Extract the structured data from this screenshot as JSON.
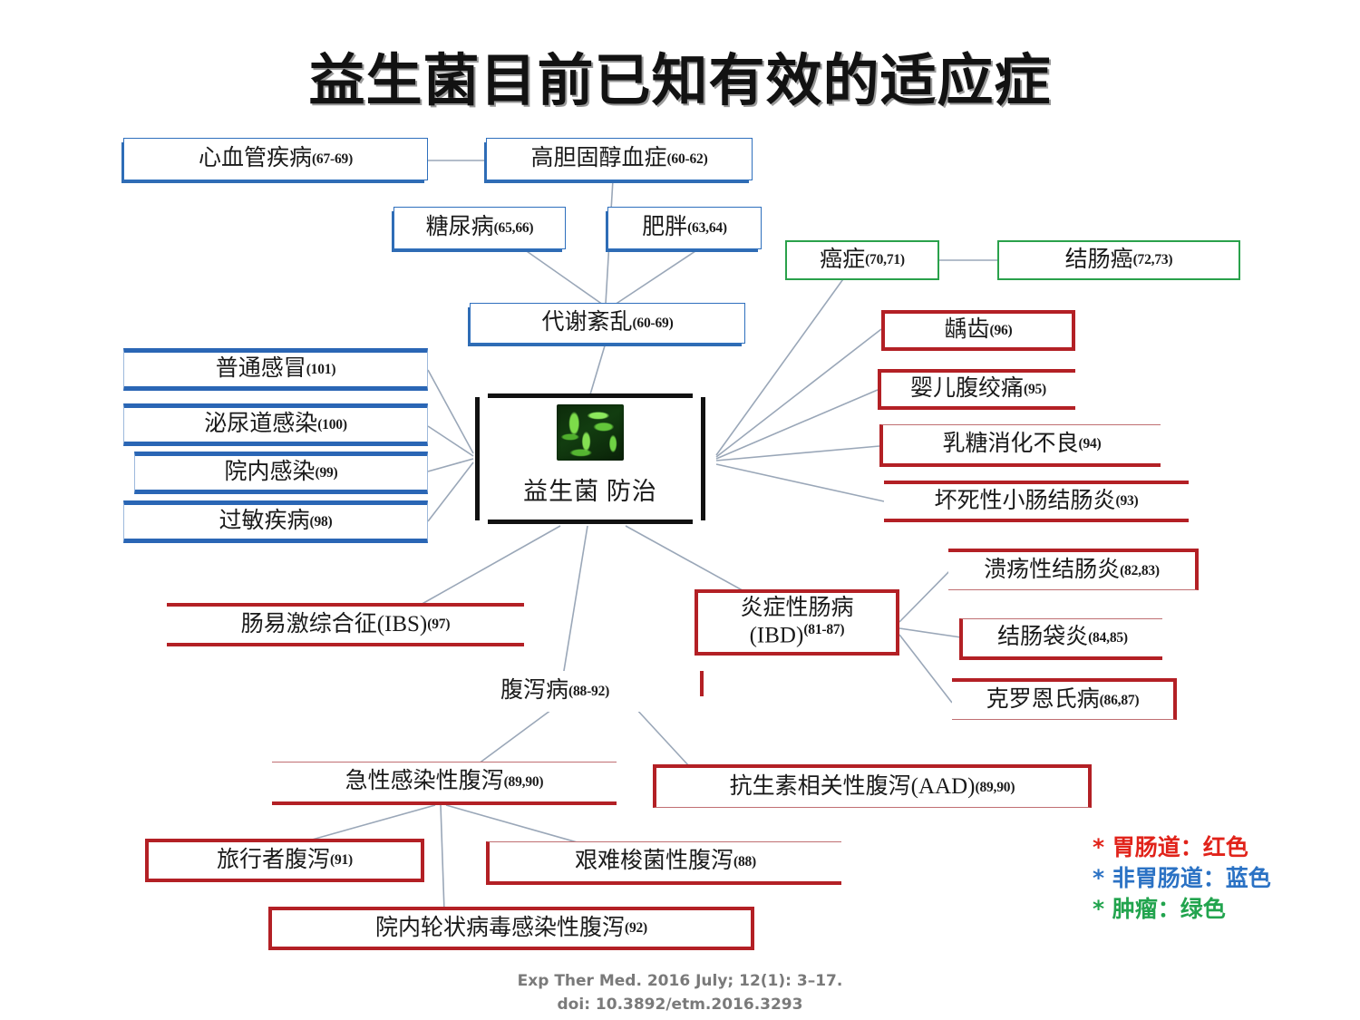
{
  "title": "益生菌目前已知有效的适应症",
  "center": {
    "label": "益生菌 防治",
    "icon": "bacteria-microscopy-image"
  },
  "colors": {
    "gi_red": "#b32025",
    "non_gi_blue": "#2a66b5",
    "tumor_green": "#2aa14b",
    "connector": "#9aa7b8",
    "title": "#121212"
  },
  "nodes": {
    "cardiovascular": {
      "text": "心血管疾病",
      "refs": "(67-69)",
      "category": "non-gi"
    },
    "hypercholesterolemia": {
      "text": "高胆固醇血症",
      "refs": "(60-62)",
      "category": "non-gi"
    },
    "diabetes": {
      "text": "糖尿病",
      "refs": "(65,66)",
      "category": "non-gi"
    },
    "obesity": {
      "text": "肥胖",
      "refs": "(63,64)",
      "category": "non-gi"
    },
    "metabolic_disorder": {
      "text": "代谢紊乱",
      "refs": "(60-69)",
      "category": "non-gi"
    },
    "cancer": {
      "text": "癌症",
      "refs": "(70,71)",
      "category": "tumor"
    },
    "colon_cancer": {
      "text": "结肠癌",
      "refs": "(72,73)",
      "category": "tumor"
    },
    "common_cold": {
      "text": "普通感冒",
      "refs": "(101)",
      "category": "non-gi"
    },
    "urinary_tract_infection": {
      "text": "泌尿道感染",
      "refs": "(100)",
      "category": "non-gi"
    },
    "nosocomial_infection": {
      "text": "院内感染",
      "refs": "(99)",
      "category": "non-gi"
    },
    "allergic_disease": {
      "text": "过敏疾病",
      "refs": "(98)",
      "category": "non-gi"
    },
    "dental_caries": {
      "text": "龋齿",
      "refs": "(96)",
      "category": "gi"
    },
    "infant_colic": {
      "text": "婴儿腹绞痛",
      "refs": "(95)",
      "category": "gi"
    },
    "lactose_maldigestion": {
      "text": "乳糖消化不良",
      "refs": "(94)",
      "category": "gi"
    },
    "necrotizing_enterocolitis": {
      "text": "坏死性小肠结肠炎",
      "refs": "(93)",
      "category": "gi"
    },
    "ibs": {
      "text": "肠易激综合征(IBS)",
      "refs": "(97)",
      "category": "gi"
    },
    "ibd": {
      "text": "炎症性肠病",
      "text2": "(IBD)",
      "refs": "(81-87)",
      "category": "gi"
    },
    "ulcerative_colitis": {
      "text": "溃疡性结肠炎",
      "refs": "(82,83)",
      "category": "gi"
    },
    "pouchitis": {
      "text": "结肠袋炎",
      "refs": "(84,85)",
      "category": "gi"
    },
    "crohns": {
      "text": "克罗恩氏病",
      "refs": "(86,87)",
      "category": "gi"
    },
    "diarrheal_disease": {
      "text": "腹泻病",
      "refs": "(88-92)",
      "category": "gi"
    },
    "acute_infectious_diarrhea": {
      "text": "急性感染性腹泻",
      "refs": "(89,90)",
      "category": "gi"
    },
    "aad": {
      "text": "抗生素相关性腹泻(AAD)",
      "refs": "(89,90)",
      "category": "gi"
    },
    "travelers_diarrhea": {
      "text": "旅行者腹泻",
      "refs": "(91)",
      "category": "gi"
    },
    "cdiff_diarrhea": {
      "text": "艰难梭菌性腹泻",
      "refs": "(88)",
      "category": "gi"
    },
    "nosocomial_rotavirus_diarrhea": {
      "text": "院内轮状病毒感染性腹泻",
      "refs": "(92)",
      "category": "gi"
    }
  },
  "legend": {
    "gi": "* 胃肠道：红色",
    "non_gi": "* 非胃肠道：蓝色",
    "tumor": "* 肿瘤：绿色"
  },
  "citation": {
    "line1": "Exp Ther Med. 2016 July; 12(1): 3–17.",
    "line2": "doi:  10.3892/etm.2016.3293"
  }
}
